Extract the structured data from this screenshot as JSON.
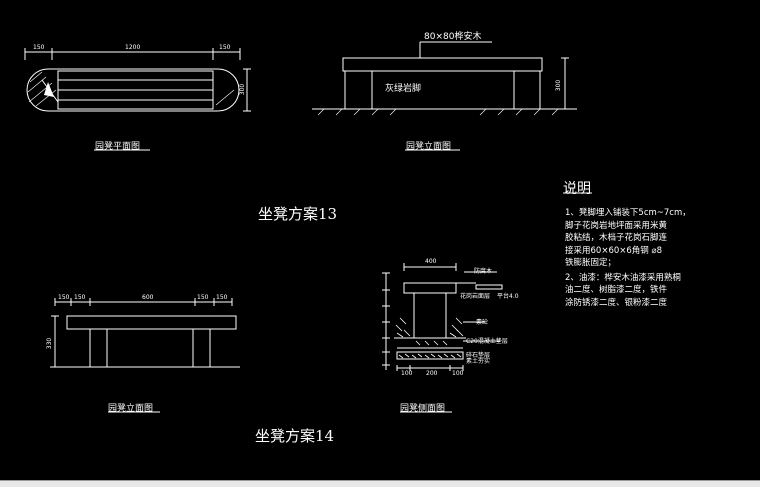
{
  "plan13": {
    "dims": [
      "150",
      "1200",
      "150"
    ],
    "side_dim": "300",
    "caption": "园凳平面图"
  },
  "elev13": {
    "top_label": "80×80桦安木",
    "inner_label": "灰绿岩脚",
    "side_dim": "300",
    "caption": "园凳立面图"
  },
  "title13": "坐凳方案13",
  "elev14": {
    "dims": [
      "150",
      "150",
      "600",
      "150",
      "150"
    ],
    "side_dim": "330",
    "caption": "园凳立面图"
  },
  "title14": "坐凳方案14",
  "section14": {
    "top_dim": "400",
    "labels": [
      "防腐木",
      "花岗岩面层",
      "平台4.0",
      "素砼",
      "C20混凝土垫层",
      "碎石垫层",
      "素土夯实"
    ],
    "bottom_dims": [
      "100",
      "200",
      "100"
    ],
    "caption": "园凳侧面图"
  },
  "notes": {
    "heading": "说明",
    "items": [
      "1、凳脚埋入铺装下5cm~7cm，",
      "   脚子花岗岩地坪面采用米黄",
      "   胶粘结，木档子花岗石脚连",
      "   接采用60×60×6角钢 ⌀8",
      "   铁膨胀固定；",
      "2、油漆：桦安木油漆采用熟桐",
      "   油二度、树脂漆二度，铁件",
      "   涂防锈漆二度、银粉漆二度"
    ]
  },
  "colors": {
    "background": "#000000",
    "lines": "#ffffff"
  }
}
